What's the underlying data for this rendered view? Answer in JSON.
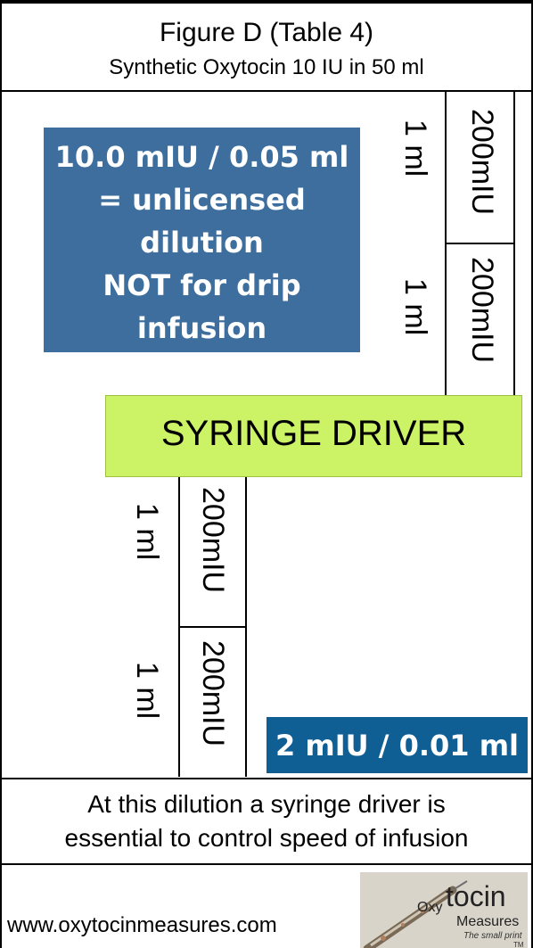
{
  "header": {
    "title": "Figure D  (Table 4)",
    "subtitle": "Synthetic Oxytocin 10 IU in 50 ml"
  },
  "warning": {
    "line1": "10.0 mIU / 0.05 ml",
    "line2": "= unlicensed",
    "line3": "dilution",
    "line4": "NOT for drip",
    "line5": "infusion"
  },
  "upper_column": {
    "segments": [
      {
        "volume": "1 ml",
        "dose": "200mIU"
      },
      {
        "volume": "1 ml",
        "dose": "200mIU"
      }
    ]
  },
  "syringe": {
    "label": "SYRINGE DRIVER"
  },
  "lower_column": {
    "segments": [
      {
        "volume": "1 ml",
        "dose": "200mIU"
      },
      {
        "volume": "1 ml",
        "dose": "200mIU"
      }
    ]
  },
  "rate": {
    "label": "2 mIU / 0.01 ml"
  },
  "note": {
    "line1": "At this dilution a syringe driver is",
    "line2": "essential to control speed of infusion"
  },
  "footer": {
    "website": "www.oxytocinmeasures.com",
    "logo": {
      "oxy": "Oxy",
      "tocin": "tocin",
      "measures": "Measures",
      "tagline": "The small print",
      "tm": "TM"
    }
  },
  "colors": {
    "warning_bg": "#3d6e9e",
    "syringe_bg": "#ccf266",
    "rate_bg": "#0f5f94"
  }
}
